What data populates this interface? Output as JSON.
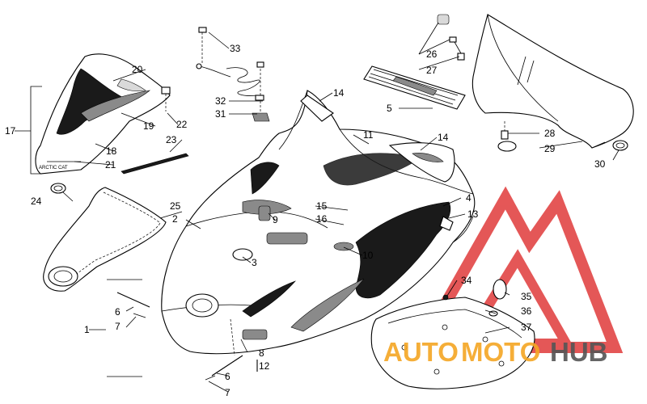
{
  "callouts": {
    "c1": "1",
    "c2": "2",
    "c3": "3",
    "c4": "4",
    "c5": "5",
    "c6a": "6",
    "c6b": "6",
    "c7a": "7",
    "c7b": "7",
    "c8": "8",
    "c9": "9",
    "c10": "10",
    "c11": "11",
    "c12": "12",
    "c13": "13",
    "c14a": "14",
    "c14b": "14",
    "c15": "15",
    "c16": "16",
    "c17": "17",
    "c18": "18",
    "c19": "19",
    "c20": "20",
    "c21": "21",
    "c22": "22",
    "c23": "23",
    "c24": "24",
    "c25": "25",
    "c26": "26",
    "c27": "27",
    "c28": "28",
    "c29": "29",
    "c30": "30",
    "c31": "31",
    "c32": "32",
    "c33": "33",
    "c34": "34",
    "c35": "35",
    "c36": "36",
    "c37": "37"
  },
  "watermark": {
    "part1": "AUTO",
    "part2": "MOTO",
    "part3": "HUB",
    "color_orange": "#f5a623",
    "color_gray": "#555555",
    "color_red": "#e03a3a"
  },
  "decal_text": "ARCTIC CAT"
}
